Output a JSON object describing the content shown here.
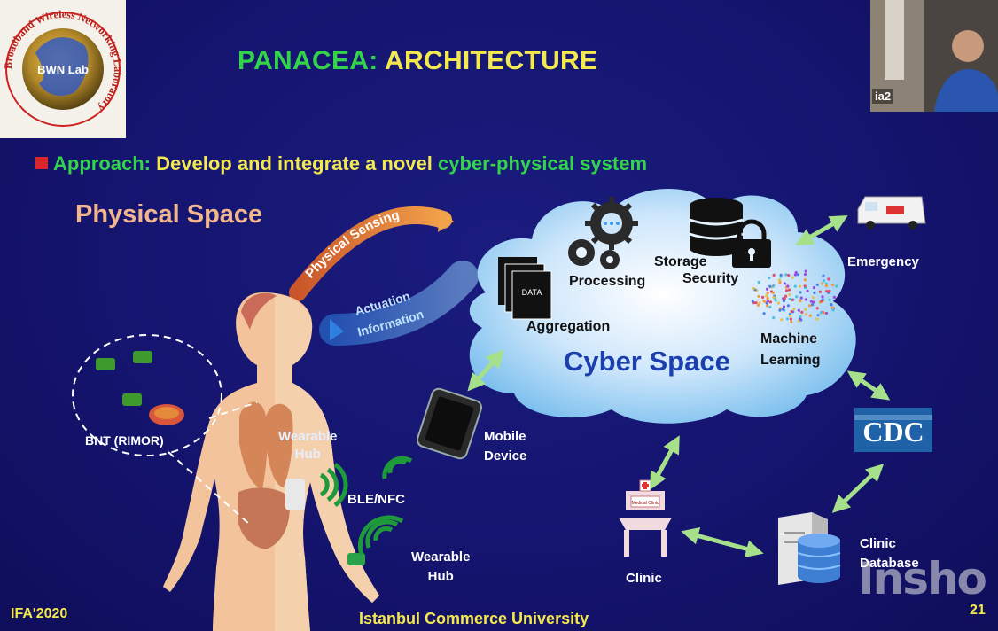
{
  "logo": {
    "ring_text": "Broadband Wireless Networking Laboratory",
    "center_text": "BWN Lab"
  },
  "title": {
    "part1": "PANACEA:",
    "part2": "ARCHITECTURE"
  },
  "approach": {
    "label": "Approach:",
    "text": "Develop and integrate a novel",
    "highlight": "cyber-physical system"
  },
  "physical_space": "Physical Space",
  "arrows": {
    "physical_sensing": "Physical Sensing",
    "actuation_line1": "Actuation",
    "actuation_line2": "Information"
  },
  "body": {
    "bnt_label": "BNT (RIMOR)",
    "wearable_hub_top_line1": "Wearable",
    "wearable_hub_top_line2": "Hub",
    "ble_nfc": "BLE/NFC",
    "wearable_hub_bottom_line1": "Wearable",
    "wearable_hub_bottom_line2": "Hub"
  },
  "mobile": {
    "line1": "Mobile",
    "line2": "Device"
  },
  "cloud": {
    "title": "Cyber Space",
    "data_label": "DATA",
    "aggregation": "Aggregation",
    "processing": "Processing",
    "storage_line1": "Storage",
    "storage_line2": "Security",
    "ml_line1": "Machine",
    "ml_line2": "Learning"
  },
  "emergency": "Emergency",
  "cdc": "CDC",
  "clinic": {
    "label": "Clinic",
    "sign": "Medical Clinic"
  },
  "clinic_db": {
    "line1": "Clinic",
    "line2": "Database"
  },
  "footer": {
    "left": "IFA'2020",
    "center": "Istanbul Commerce University",
    "page": "21"
  },
  "webcam": {
    "label": "ia2"
  },
  "watermark": "Insho",
  "colors": {
    "background": "#15146f",
    "title_green": "#33d44a",
    "title_yellow": "#f3e94f",
    "bullet_red": "#d9262b",
    "physical_space": "#f2b68e",
    "arrow_green": "#a6e08a",
    "signal_green": "#1e9a3a"
  }
}
